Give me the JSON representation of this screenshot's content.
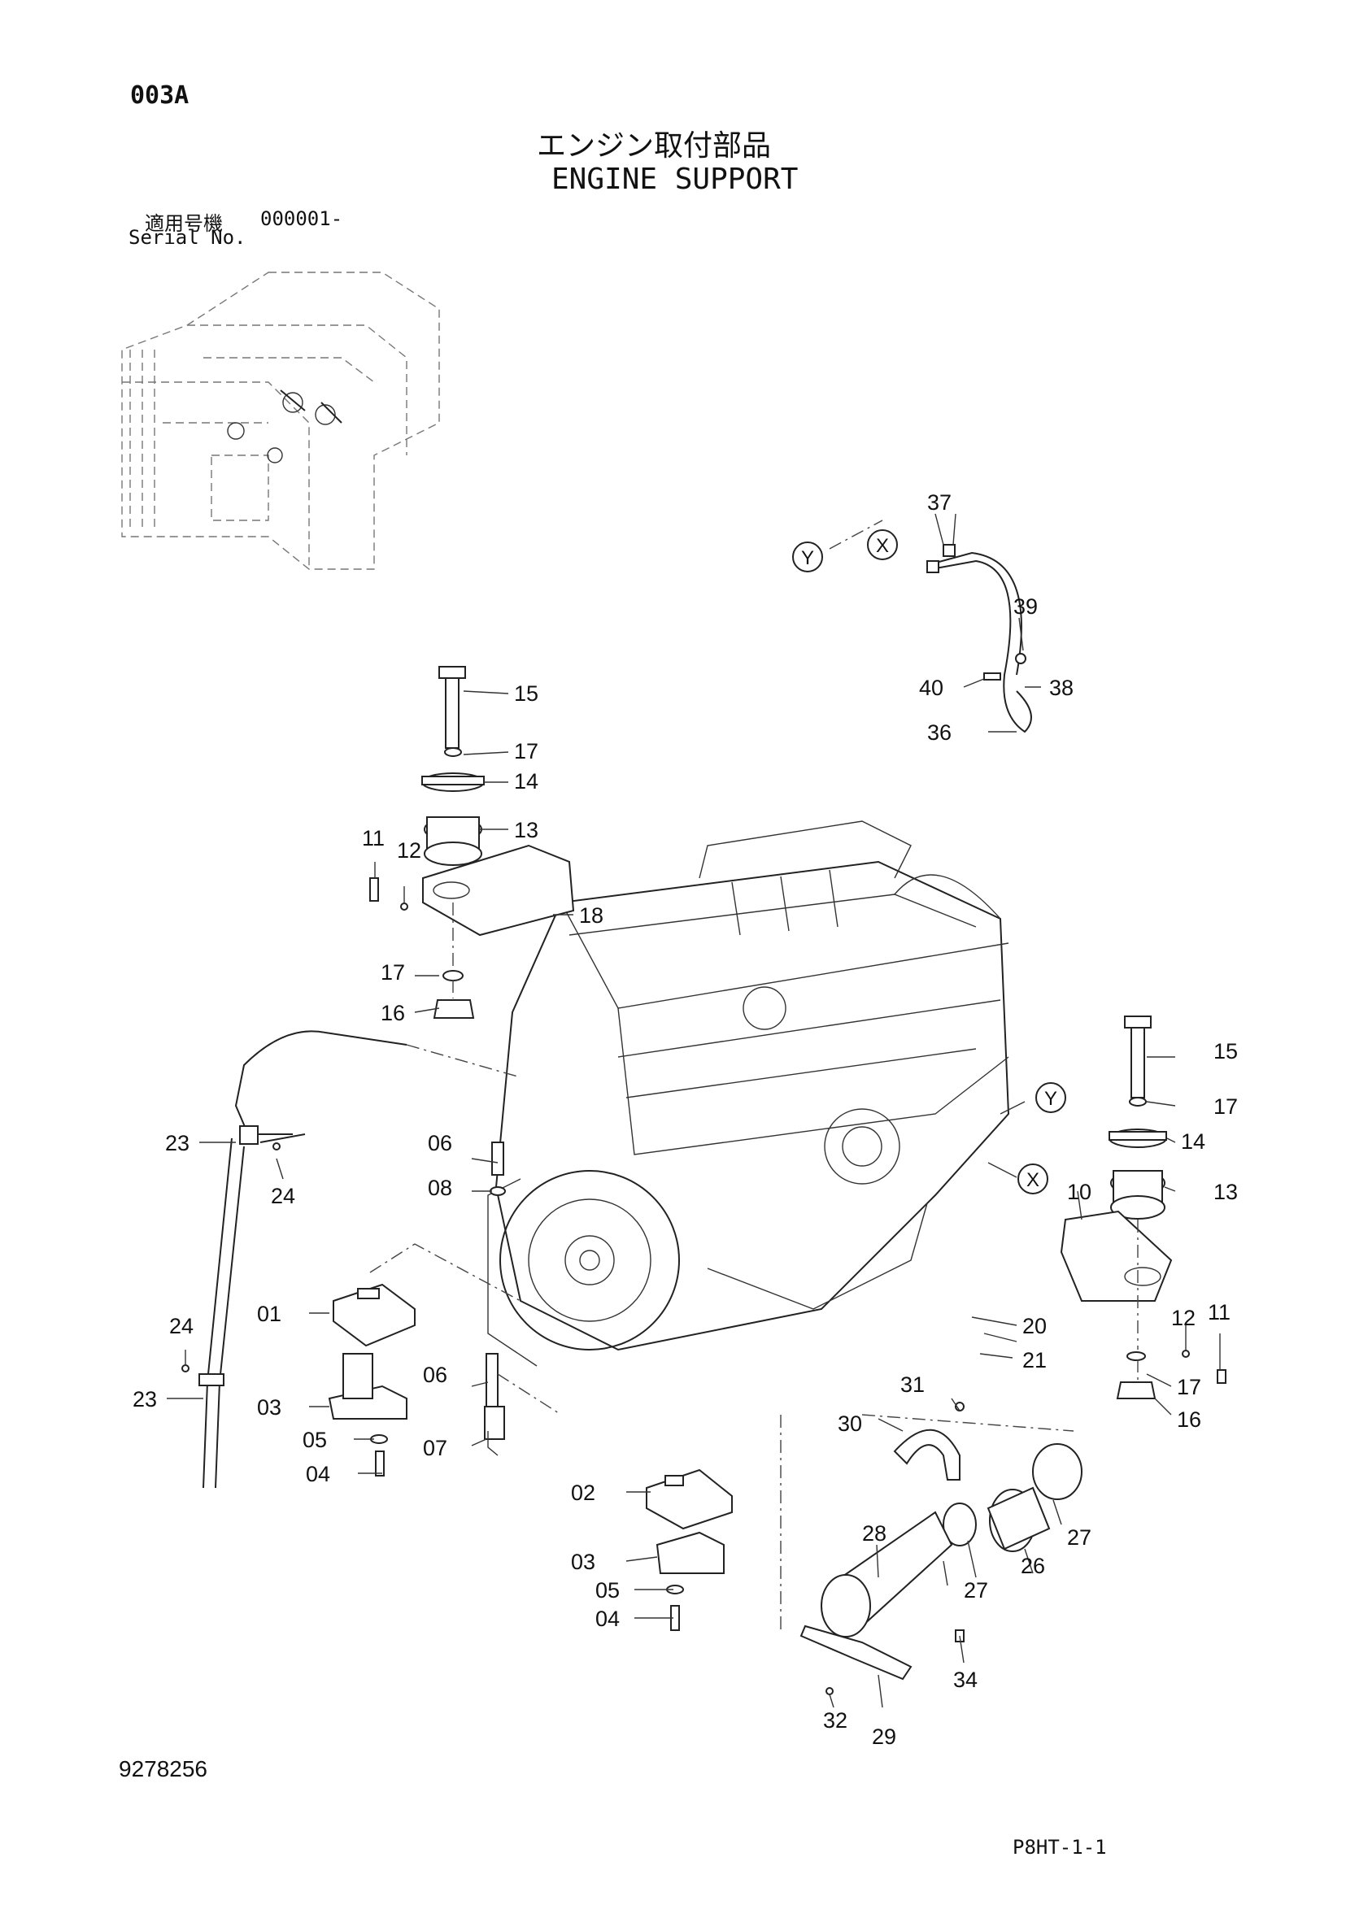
{
  "header": {
    "sheet_id": "003A",
    "title_ja": "エンジン取付部品",
    "title_en": "ENGINE SUPPORT",
    "serial_label_ja": "適用号機",
    "serial_value": "000001-",
    "serial_label_en": "Serial No."
  },
  "footer": {
    "document_number": "9278256",
    "page_code": "P8HT-1-1"
  },
  "reference_markers": [
    "X",
    "Y"
  ],
  "callouts": [
    "01",
    "02",
    "03",
    "03",
    "04",
    "04",
    "05",
    "05",
    "06",
    "06",
    "07",
    "08",
    "10",
    "11",
    "11",
    "12",
    "12",
    "13",
    "13",
    "14",
    "14",
    "15",
    "15",
    "16",
    "16",
    "17",
    "17",
    "17",
    "17",
    "18",
    "20",
    "21",
    "23",
    "23",
    "24",
    "24",
    "26",
    "27",
    "27",
    "28",
    "29",
    "30",
    "31",
    "32",
    "34",
    "36",
    "37",
    "38",
    "39",
    "40"
  ]
}
